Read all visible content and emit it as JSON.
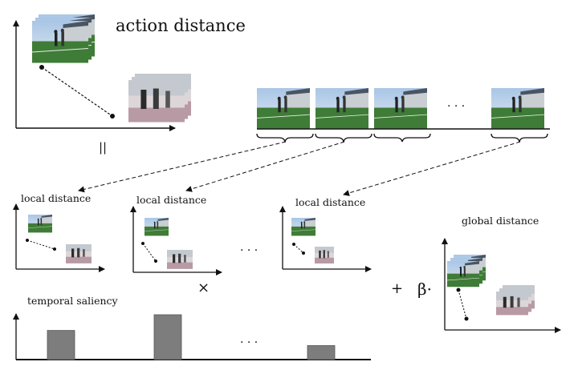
{
  "title": "action distance",
  "equals_symbol": "||",
  "panels": [
    {
      "label": "local distance"
    },
    {
      "label": "local distance"
    },
    {
      "label": "local distance"
    }
  ],
  "global_label": "global distance",
  "saliency_label": "temporal saliency",
  "ellipsis": "· · ·",
  "times_symbol": "×",
  "plus_symbol": "+",
  "beta_symbol": "β·",
  "chart_data": {
    "type": "bar",
    "title": "temporal saliency",
    "values": [
      0.52,
      0.8,
      0.25
    ],
    "note_ellipsis_between_bars_2_and_3": true
  },
  "colors": {
    "sky": "#b9d2ea",
    "field": "#3d7a36",
    "building": "#cfd6dc",
    "bar": "#7d7d7d",
    "ink": "#111111"
  }
}
